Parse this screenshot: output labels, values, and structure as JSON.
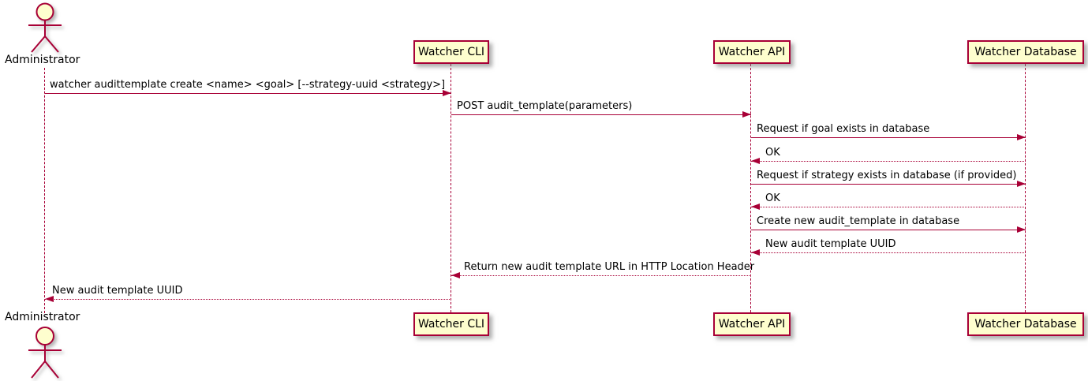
{
  "diagram": {
    "type": "sequence-diagram",
    "colors": {
      "participant_fill": "#FEFECE",
      "participant_border": "#A80036",
      "line_color": "#A80036",
      "text_color": "#000000"
    },
    "participants": [
      {
        "label": "Administrator",
        "kind": "actor"
      },
      {
        "label": "Watcher CLI",
        "kind": "participant"
      },
      {
        "label": "Watcher API",
        "kind": "participant"
      },
      {
        "label": "Watcher Database",
        "kind": "participant"
      }
    ],
    "messages": [
      {
        "label": "watcher audittemplate create <name> <goal> [--strategy-uuid <strategy>]",
        "from": "Administrator",
        "to": "Watcher CLI",
        "line": "solid"
      },
      {
        "label": "POST audit_template(parameters)",
        "from": "Watcher CLI",
        "to": "Watcher API",
        "line": "solid"
      },
      {
        "label": "Request if goal exists in database",
        "from": "Watcher API",
        "to": "Watcher Database",
        "line": "solid"
      },
      {
        "label": "OK",
        "from": "Watcher Database",
        "to": "Watcher API",
        "line": "dashed"
      },
      {
        "label": "Request if strategy exists in database (if provided)",
        "from": "Watcher API",
        "to": "Watcher Database",
        "line": "solid"
      },
      {
        "label": "OK",
        "from": "Watcher Database",
        "to": "Watcher API",
        "line": "dashed"
      },
      {
        "label": "Create new audit_template in database",
        "from": "Watcher API",
        "to": "Watcher Database",
        "line": "solid"
      },
      {
        "label": "New audit template UUID",
        "from": "Watcher Database",
        "to": "Watcher API",
        "line": "dashed"
      },
      {
        "label": "Return new audit template URL in HTTP Location Header",
        "from": "Watcher API",
        "to": "Watcher CLI",
        "line": "dashed"
      },
      {
        "label": "New audit template UUID",
        "from": "Watcher CLI",
        "to": "Administrator",
        "line": "dashed"
      }
    ]
  }
}
